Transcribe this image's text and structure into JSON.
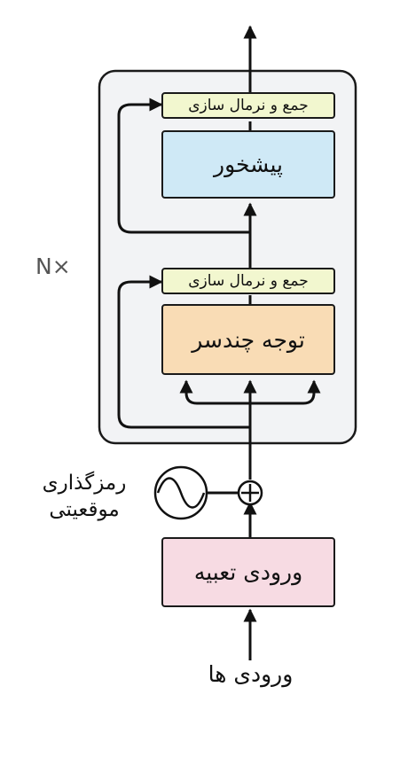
{
  "layer_norm_top": "جمع و نرمال سازی",
  "feed_forward": "پیشخور",
  "layer_norm_bottom": "جمع و نرمال سازی",
  "multi_head_attention": "توجه چندسر",
  "repeat_label": "N×",
  "positional_encoding_line1": "رمزگذاری",
  "positional_encoding_line2": "موقعیتی",
  "input_embedding": "ورودی تعبیه",
  "inputs": "ورودی ها",
  "colors": {
    "container_fill": "#f2f3f5",
    "layer_norm": "#f2f7cf",
    "feed_forward": "#cfe9f6",
    "attention": "#f9dcb5",
    "embedding": "#f7dbe3"
  }
}
